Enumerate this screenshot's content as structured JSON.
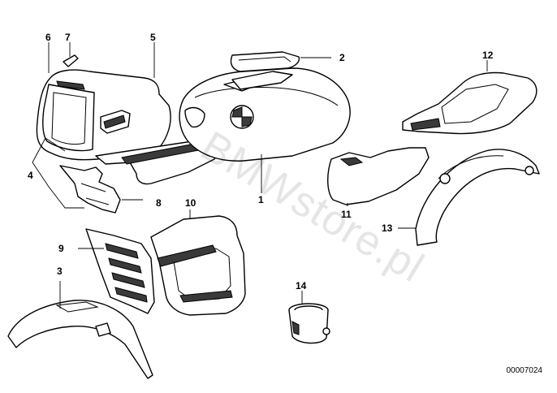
{
  "callouts": [
    {
      "id": "1",
      "label": "1"
    },
    {
      "id": "2",
      "label": "2"
    },
    {
      "id": "3",
      "label": "3"
    },
    {
      "id": "4",
      "label": "4"
    },
    {
      "id": "5",
      "label": "5"
    },
    {
      "id": "6",
      "label": "6"
    },
    {
      "id": "7",
      "label": "7"
    },
    {
      "id": "8",
      "label": "8"
    },
    {
      "id": "9",
      "label": "9"
    },
    {
      "id": "10",
      "label": "10"
    },
    {
      "id": "11",
      "label": "11"
    },
    {
      "id": "12",
      "label": "12"
    },
    {
      "id": "13",
      "label": "13"
    },
    {
      "id": "14",
      "label": "14"
    }
  ],
  "diagram_id": "00007024",
  "watermark": "BMWstore.pl"
}
